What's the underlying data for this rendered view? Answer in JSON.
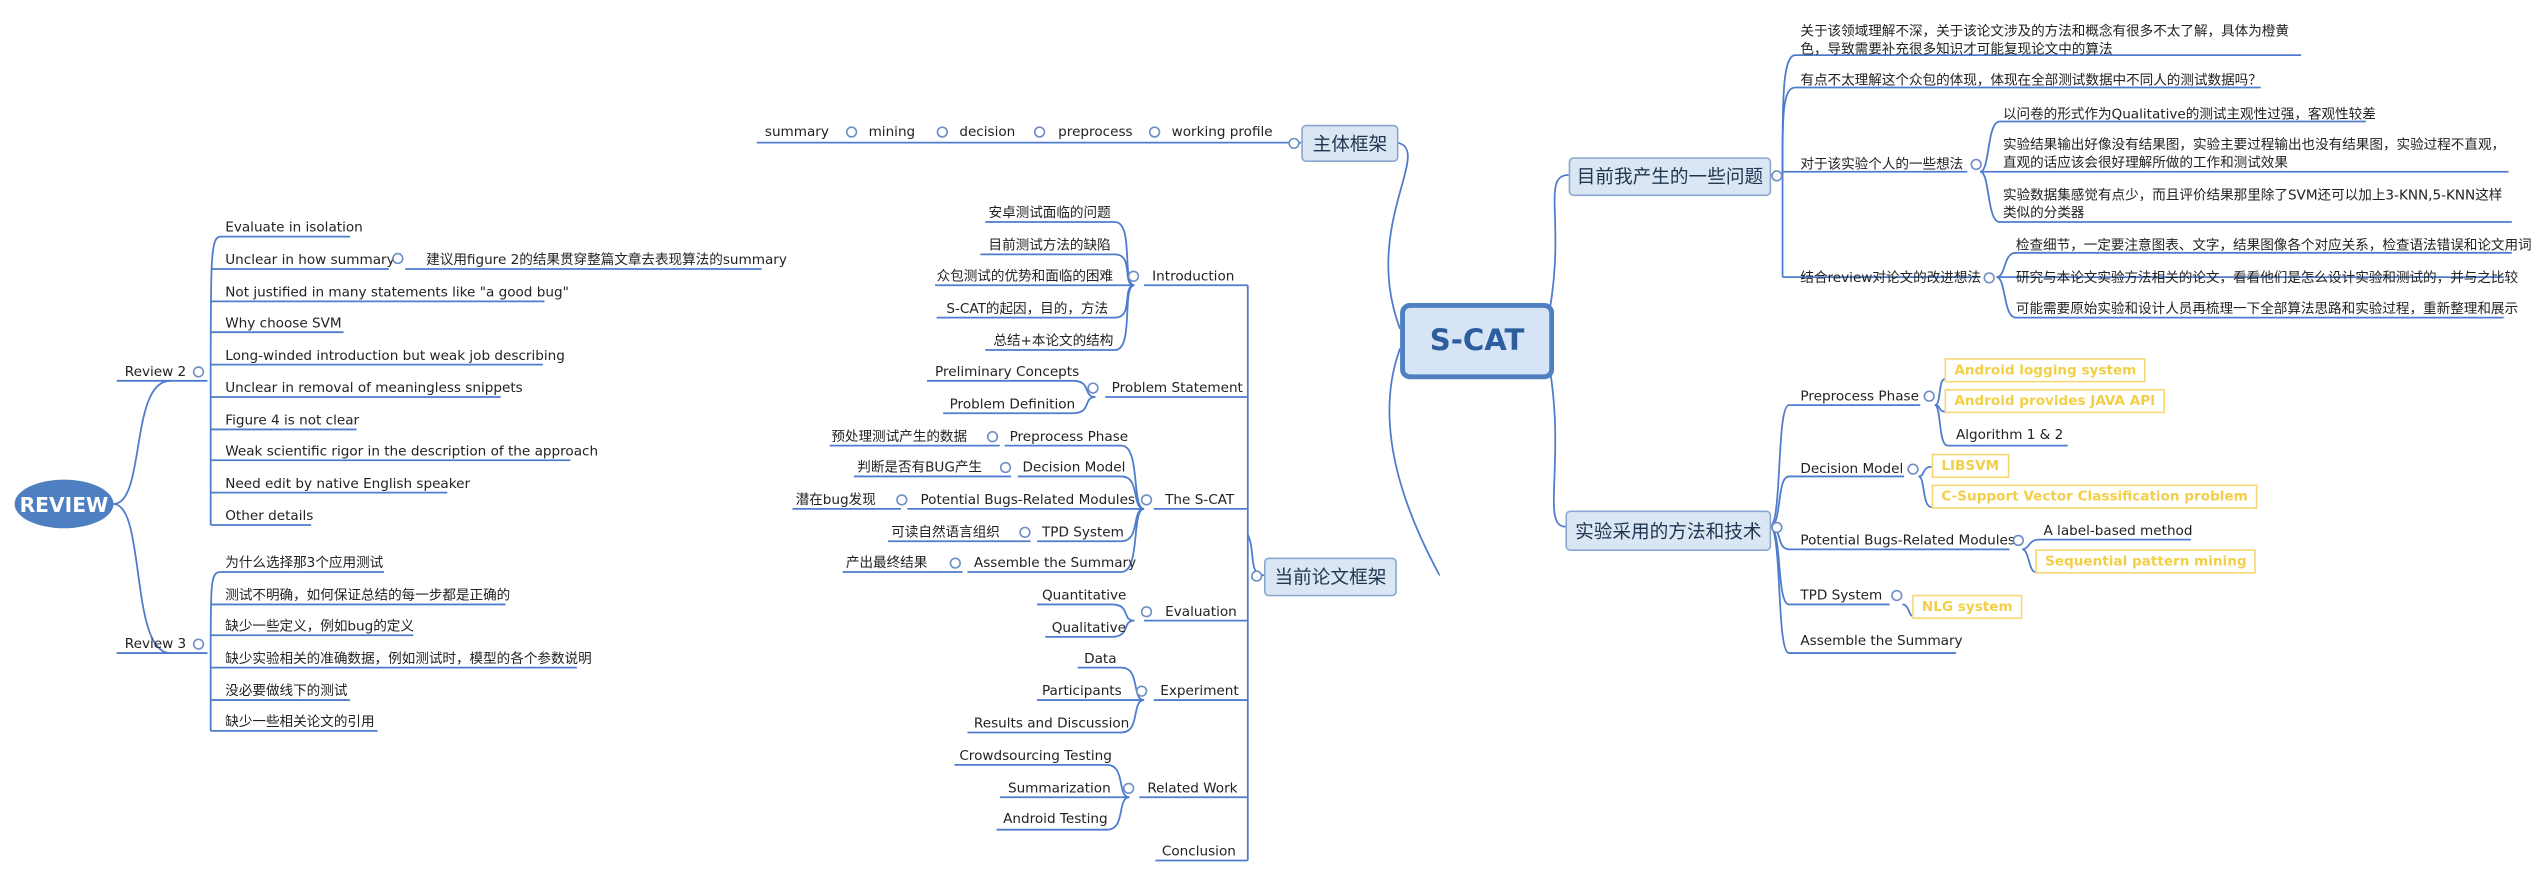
{
  "root": "S-CAT",
  "review": {
    "label": "REVIEW",
    "review2": {
      "label": "Review 2",
      "items": [
        "Evaluate in isolation",
        "Unclear in how summary",
        "Not justified in many statements like \"a good bug\"",
        "Why choose SVM",
        "Long-winded introduction but weak job describing",
        "Unclear in removal of meaningless snippets",
        "Figure 4 is not clear",
        "Weak scientific rigor in the description of the approach",
        "Need edit by native English speaker",
        "Other details"
      ],
      "summary_note": "建议用figure 2的结果贯穿整篇文章去表现算法的summary"
    },
    "review3": {
      "label": "Review 3",
      "items": [
        "为什么选择那3个应用测试",
        "测试不明确，如何保证总结的每一步都是正确的",
        "缺少一些定义，例如bug的定义",
        "缺少实验相关的准确数据，例如测试时，模型的各个参数说明",
        "没必要做线下的测试",
        "缺少一些相关论文的引用"
      ]
    }
  },
  "main_frame": {
    "label": "主体框架",
    "chain": [
      "working profile",
      "preprocess",
      "decision",
      "mining",
      "summary"
    ]
  },
  "current_frame": {
    "label": "当前论文框架",
    "introduction": {
      "label": "Introduction",
      "items": [
        "安卓测试面临的问题",
        "目前测试方法的缺陷",
        "众包测试的优势和面临的困难",
        "S-CAT的起因，目的，方法",
        "总结+本论文的结构"
      ]
    },
    "problem_statement": {
      "label": "Problem Statement",
      "items": [
        "Preliminary Concepts",
        "Problem Definition"
      ]
    },
    "scat": {
      "label": "The S-CAT",
      "items": [
        {
          "label": "Preprocess Phase",
          "note": "预处理测试产生的数据"
        },
        {
          "label": "Decision Model",
          "note": "判断是否有BUG产生"
        },
        {
          "label": "Potential Bugs-Related Modules",
          "note": "潜在bug发现"
        },
        {
          "label": "TPD System",
          "note": "可读自然语言组织"
        },
        {
          "label": "Assemble the Summary",
          "note": "产出最终结果"
        }
      ]
    },
    "evaluation": {
      "label": "Evaluation",
      "items": [
        "Quantitative",
        "Qualitative"
      ]
    },
    "experiment": {
      "label": "Experiment",
      "items": [
        "Data",
        "Participants",
        "Results and Discussion"
      ]
    },
    "related_work": {
      "label": "Related Work",
      "items": [
        "Crowdsourcing Testing",
        "Summarization",
        "Android Testing"
      ]
    },
    "conclusion": {
      "label": "Conclusion"
    }
  },
  "questions": {
    "label": "目前我产生的一些问题",
    "q1": "关于该领域理解不深，关于该论文涉及的方法和概念有很多不太了解，具体为橙黄色，导致需要补充很多知识才可能复现论文中的算法",
    "q2": "有点不太理解这个众包的体现，体现在全部测试数据中不同人的测试数据吗？",
    "q3": {
      "label": "对于该实验个人的一些想法",
      "items": [
        "以问卷的形式作为Qualitative的测试主观性过强，客观性较差",
        "实验结果输出好像没有结果图，实验主要过程输出也没有结果图，实验过程不直观，直观的话应该会很好理解所做的工作和测试效果",
        "实验数据集感觉有点少，而且评价结果那里除了SVM还可以加上3-KNN,5-KNN这样类似的分类器"
      ]
    },
    "q4": {
      "label": "结合review对论文的改进想法",
      "items": [
        "检查细节，一定要注意图表、文字，结果图像各个对应关系，检查语法错误和论文用词",
        "研究与本论文实验方法相关的论文，看看他们是怎么设计实验和测试的，并与之比较",
        "可能需要原始实验和设计人员再梳理一下全部算法思路和实验过程，重新整理和展示"
      ]
    }
  },
  "methods": {
    "label": "实验采用的方法和技术",
    "preprocess": {
      "label": "Preprocess Phase",
      "items": [
        "Android logging system",
        "Android provides JAVA API",
        "Algorithm 1 & 2"
      ]
    },
    "decision": {
      "label": "Decision Model",
      "items": [
        "LIBSVM",
        "C-Support Vector Classification problem"
      ]
    },
    "potential": {
      "label": "Potential Bugs-Related Modules",
      "method": "A label-based method",
      "items": [
        "Sequential pattern mining"
      ]
    },
    "tpd": {
      "label": "TPD System",
      "items": [
        "NLG system"
      ]
    },
    "assemble": {
      "label": "Assemble the Summary"
    }
  },
  "colors": {
    "accent": "#4d7fc1",
    "line": "#4f7ccc",
    "highlight": "#f2cf46",
    "node_fill": "#dbe6f4"
  }
}
